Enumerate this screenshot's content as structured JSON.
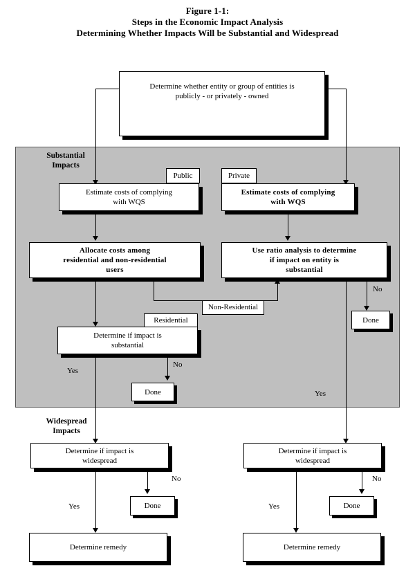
{
  "figure": {
    "title_line1": "Figure 1-1:",
    "title_line2": "Steps in the Economic Impact Analysis",
    "title_line3": "Determining Whether Impacts Will be Substantial and Widespread"
  },
  "sections": {
    "substantial": "Substantial\nImpacts",
    "widespread": "Widespread\nImpacts"
  },
  "nodes": {
    "entity_ownership": "Determine whether entity or group of entities is\npublicly - or privately - owned",
    "public_costs": "Estimate costs of complying\nwith WQS",
    "private_costs": "Estimate costs of complying\nwith WQS",
    "allocate_costs": "Allocate costs among\nresidential and non-residential\nusers",
    "ratio_analysis": "Use ratio analysis to determine\nif impact on entity is\nsubstantial",
    "substantial_impact": "Determine if impact is\nsubstantial",
    "done_private_substantial": "Done",
    "done_public_substantial": "Done",
    "widespread_left": "Determine if impact is\nwidespread",
    "widespread_right": "Determine if impact is\nwidespread",
    "done_widespread_left": "Done",
    "done_widespread_right": "Done",
    "remedy_left": "Determine remedy",
    "remedy_right": "Determine remedy"
  },
  "tags": {
    "public": "Public",
    "private": "Private",
    "residential": "Residential",
    "non_residential": "Non-Residential"
  },
  "edge_labels": {
    "no_ratio": "No",
    "no_substantial": "No",
    "yes_substantial": "Yes",
    "yes_private": "Yes",
    "no_widespread_left": "No",
    "yes_widespread_left": "Yes",
    "no_widespread_right": "No",
    "yes_widespread_right": "Yes"
  },
  "colors": {
    "panel_fill": "#bfbfbf",
    "panel_border": "#555555",
    "node_fill": "#ffffff",
    "ink": "#000000"
  }
}
